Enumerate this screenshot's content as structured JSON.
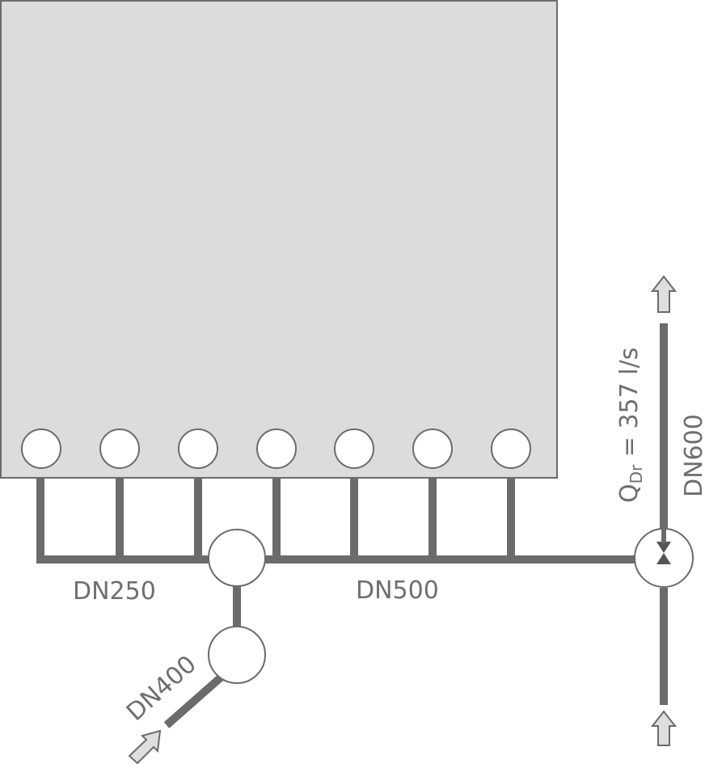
{
  "labels": {
    "dn250": "DN250",
    "dn500": "DN500",
    "dn400": "DN400",
    "dn600": "DN600",
    "flow_q": "Q",
    "flow_sub": "Dr",
    "flow_value": " = 357 l/s"
  },
  "colors": {
    "pipe": "#6b6b6b",
    "tank_fill": "#dcdcdc",
    "tank_stroke": "#6b6b6b",
    "node_fill": "#ffffff",
    "arrow_fill": "#dedede",
    "text": "#6e6e6e"
  }
}
